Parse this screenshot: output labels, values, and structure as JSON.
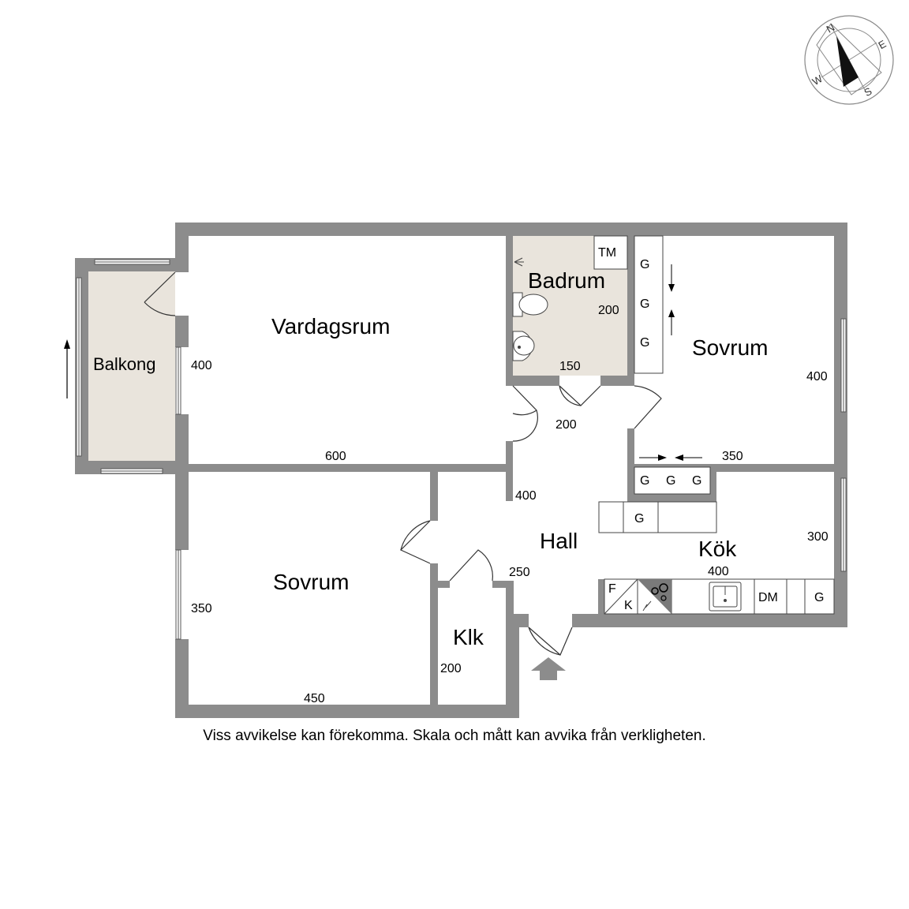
{
  "rooms": {
    "vardagsrum": "Vardagsrum",
    "badrum": "Badrum",
    "sovrum_east": "Sovrum",
    "balkong": "Balkong",
    "sovrum_west": "Sovrum",
    "hall": "Hall",
    "kok": "Kök",
    "klk": "Klk"
  },
  "dimensions": {
    "balkong_width": "400",
    "vardagsrum_width": "600",
    "badrum_height": "200",
    "badrum_width": "150",
    "hall_door": "200",
    "sovrum_east_height": "400",
    "sovrum_east_width": "350",
    "hall_width": "400",
    "kok_height": "300",
    "kok_width": "400",
    "hall_lower": "250",
    "sovrum_west_height": "350",
    "sovrum_west_width": "450",
    "klk_height": "200"
  },
  "fixtures": {
    "tm": "TM",
    "g": "G",
    "f": "F",
    "k": "K",
    "dm": "DM"
  },
  "compass": {
    "n": "N",
    "e": "E",
    "s": "S",
    "w": "W"
  },
  "colors": {
    "wall": "#8c8c8c",
    "wet_area": "#e9e4dc"
  },
  "disclaimer": "Viss avvikelse kan förekomma. Skala och mått kan avvika från verkligheten."
}
